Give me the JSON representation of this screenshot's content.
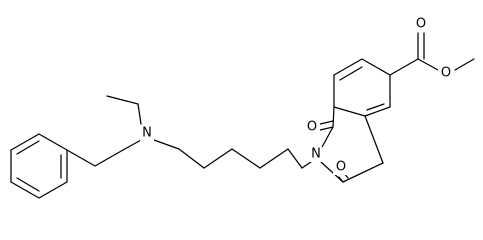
{
  "molecule": {
    "line_color": "#000000",
    "background_color": "#ffffff",
    "atoms": {
      "n_amine": "N",
      "n_imide": "N",
      "o_carbonyl_top": "O",
      "o_carbonyl_bottom": "O",
      "o_ester_carbonyl": "O",
      "o_ester_ether": "O"
    }
  }
}
